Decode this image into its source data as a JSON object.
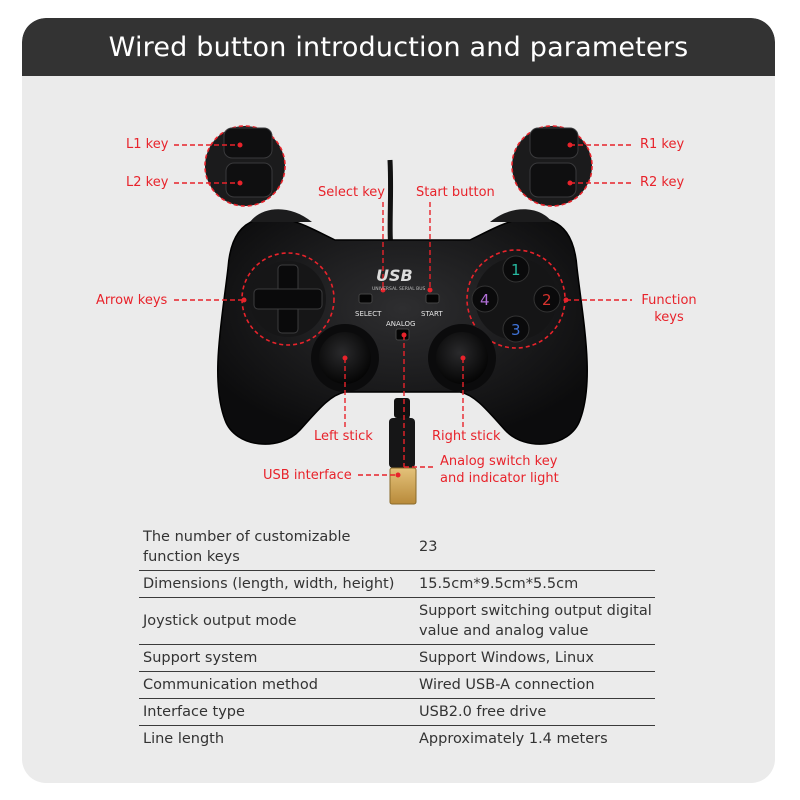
{
  "header": {
    "title": "Wired button introduction and parameters"
  },
  "controller_labels": {
    "l1": "L1 key",
    "l2": "L2 key",
    "r1": "R1 key",
    "r2": "R2 key",
    "select": "Select key",
    "start": "Start button",
    "arrow": "Arrow keys",
    "function_line1": "Function",
    "function_line2": "keys",
    "left_stick": "Left stick",
    "right_stick": "Right stick",
    "analog_line1": "Analog switch key",
    "analog_line2": "and indicator light",
    "usb": "USB interface"
  },
  "controller_printed": {
    "logo": "USB",
    "logo_sub": "UNIVERSAL SERIAL BUS",
    "select": "SELECT",
    "start": "START",
    "analog": "ANALOG",
    "btn1": "1",
    "btn2": "2",
    "btn3": "3",
    "btn4": "4"
  },
  "specs": [
    {
      "key": "The number of customizable function keys",
      "value": "23"
    },
    {
      "key": "Dimensions (length, width, height)",
      "value": "15.5cm*9.5cm*5.5cm"
    },
    {
      "key": "Joystick output mode",
      "value": "Support switching output digital value and analog value"
    },
    {
      "key": "Support system",
      "value": "Support Windows, Linux"
    },
    {
      "key": "Communication method",
      "value": "Wired USB-A connection"
    },
    {
      "key": "Interface type",
      "value": "USB2.0 free drive"
    },
    {
      "key": "Line length",
      "value": "Approximately 1.4 meters"
    }
  ],
  "colors": {
    "accent": "#e8232b",
    "header_bg": "#333333",
    "card_bg": "#ebebeb",
    "btn1": "#27b9a0",
    "btn2": "#d8332e",
    "btn3": "#3f72d6",
    "btn4": "#b06fd6"
  }
}
